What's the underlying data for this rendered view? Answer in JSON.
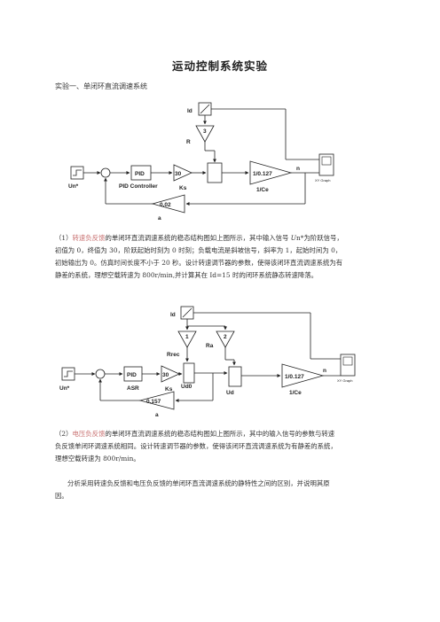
{
  "title": "运动控制系统实验",
  "section": "实验一、单闭环直流调速系统",
  "diagram1": {
    "id_label": "Id",
    "r_gain": "3",
    "r_label": "R",
    "un_label": "Un*",
    "pid_block": "PID",
    "pid_label": "PID Controller",
    "ks_gain": "30",
    "ks_label": "Ks",
    "ce_gain": "1/0.127",
    "ce_label": "1/Ce",
    "n_label": "n",
    "graph_label": "XY Graph",
    "a_gain": "0.02",
    "a_label": "a"
  },
  "para1": {
    "prefix": "（1）",
    "highlight": "转速负反馈",
    "rest1": "的单闭环直流调速系统的稳态结构图如上图所示，其中输入信号 ",
    "italic": "U",
    "rest2": "n*为阶跃信号，",
    "line2": "初值为 0，终值为 30，阶跃起始时刻为 0 时刻；负载电流是斜坡信号，斜率为 1，起始时间为 0，",
    "line3": "初始输出为 0。仿真时间长度不小于 20 秒。设计转速调节器的参数，使得该闭环直流调速系统为有",
    "line4": "静差的系统，理想空载转速为 800r/min,并计算其在 Id=15 时的闭环系统静态转速降落。"
  },
  "diagram2": {
    "id_label": "Id",
    "rrec_gain": "1",
    "rrec_label": "Rrec",
    "ra_gain": "2",
    "ra_label": "Ra",
    "un_label": "Un*",
    "pid_block": "PID",
    "asr_label": "ASR",
    "ks_gain": "30",
    "ks_label": "Ks",
    "ud0_label": "Ud0",
    "ud_label": "Ud",
    "ce_gain": "1/0.127",
    "ce_label": "1/Ce",
    "n_label": "n",
    "graph_label": "XY Graph",
    "a_gain": "0.157",
    "a_label": "a"
  },
  "para2": {
    "prefix": "（2）",
    "highlight": "电压负反馈",
    "rest1": "的单闭环直流调速系统的稳态结构图如上图所示，其中的输入信号的参数与转速",
    "line2": "负反馈单闭环调速系统相同。设计转速调节器的参数，使得该闭环直流调速系统为有静差的系统，",
    "line3": "理想空载转速为 800r/min。"
  },
  "para3": {
    "line1": "分析采用转速负反馈和电压负反馈的单闭环直流调速系统的静特性之间的区别，并说明其原",
    "line2": "因。"
  }
}
